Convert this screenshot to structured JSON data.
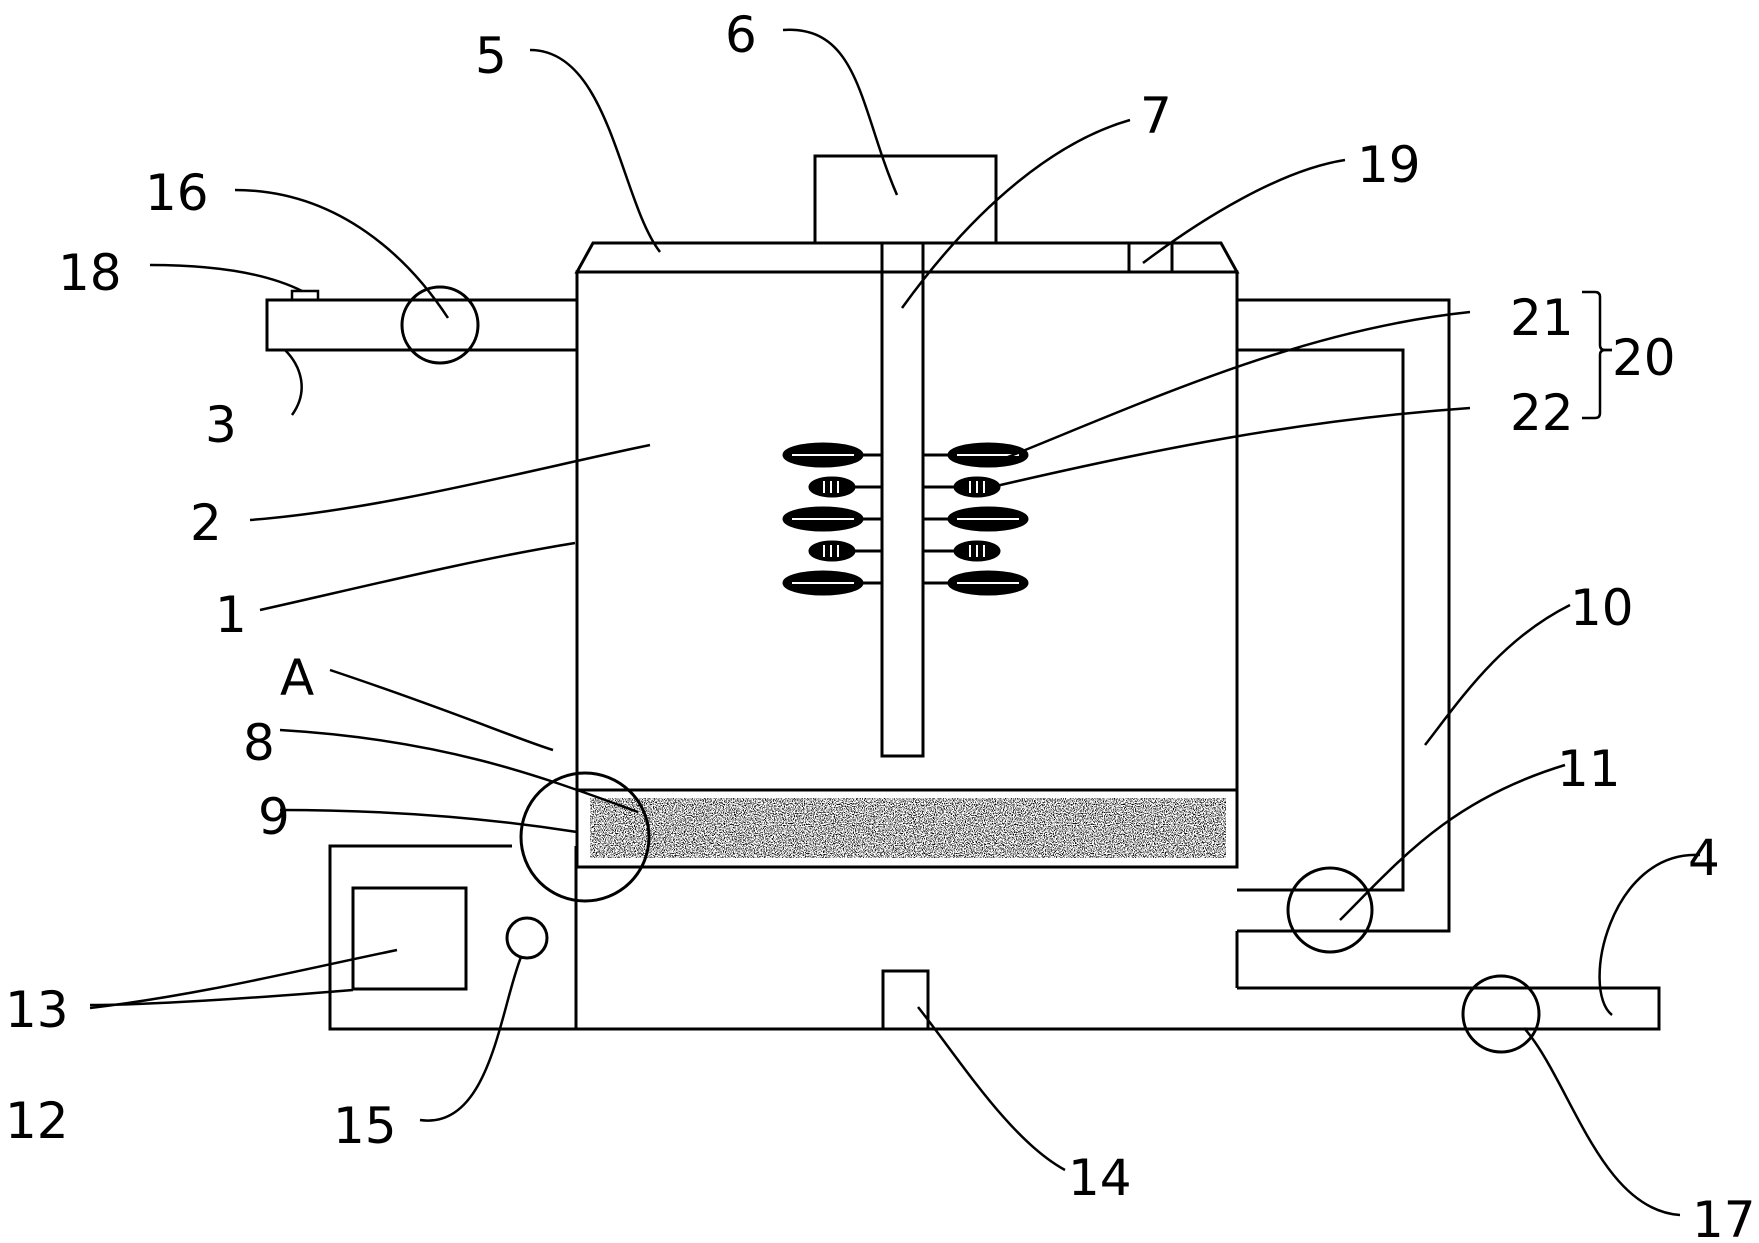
{
  "figure": {
    "labels": {
      "l1": "1",
      "l2": "2",
      "l3": "3",
      "l4": "4",
      "l5": "5",
      "l6": "6",
      "l7": "7",
      "l8": "8",
      "l9": "9",
      "l10": "10",
      "l11": "11",
      "l12": "12",
      "l13": "13",
      "l14": "14",
      "l15": "15",
      "l16": "16",
      "l17": "17",
      "l18": "18",
      "l19": "19",
      "l20": "20",
      "l21": "21",
      "l22": "22",
      "lA": "A"
    },
    "colors": {
      "line": "#000000",
      "background": "#ffffff"
    }
  }
}
